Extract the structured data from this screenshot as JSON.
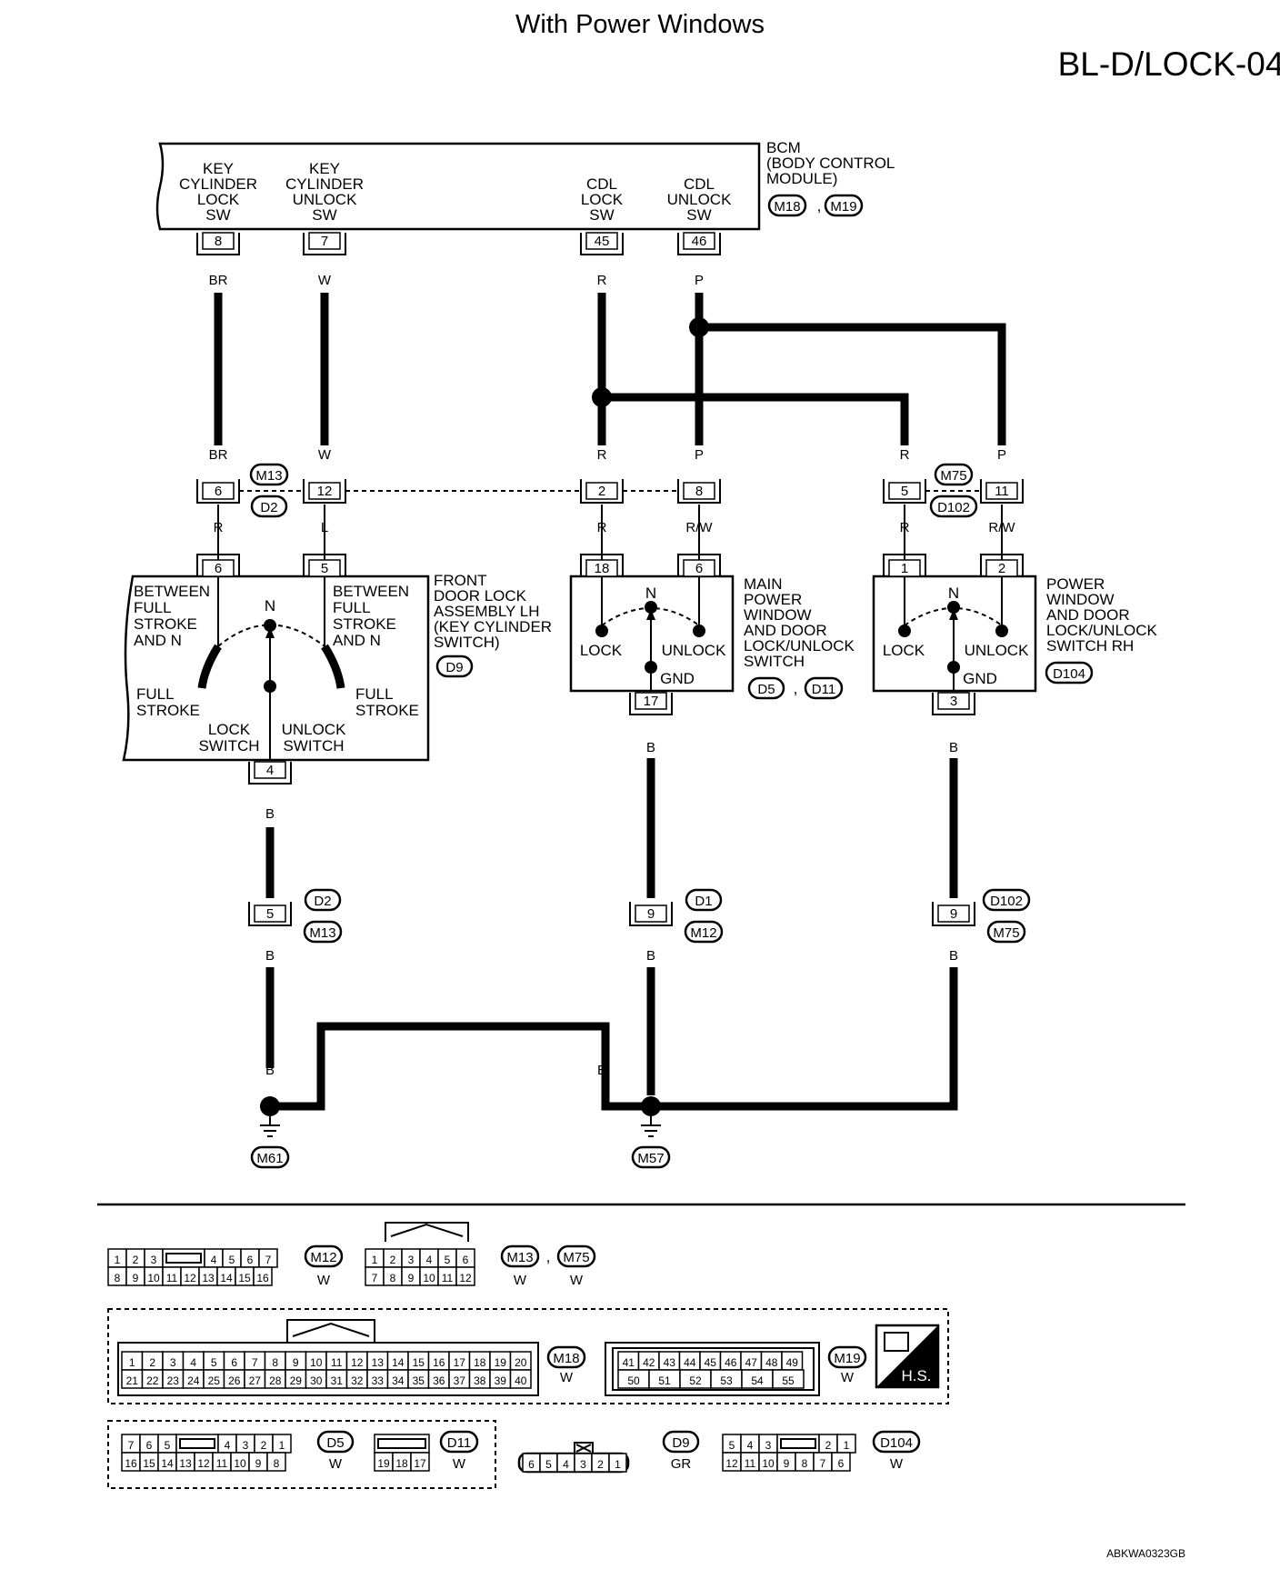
{
  "header": {
    "title": "With Power Windows",
    "code": "BL-D/LOCK-04",
    "ref": "ABKWA0323GB"
  },
  "bcm": {
    "name_lines": [
      "BCM",
      "(BODY CONTROL",
      "MODULE)"
    ],
    "connectors": [
      "M18",
      "M19"
    ],
    "terminals": [
      {
        "pin": "8",
        "lines": [
          "KEY",
          "CYLINDER",
          "LOCK",
          "SW"
        ],
        "wire": "BR"
      },
      {
        "pin": "7",
        "lines": [
          "KEY",
          "CYLINDER",
          "UNLOCK",
          "SW"
        ],
        "wire": "W"
      },
      {
        "pin": "45",
        "lines": [
          "CDL",
          "LOCK",
          "SW"
        ],
        "wire": "R"
      },
      {
        "pin": "46",
        "lines": [
          "CDL",
          "UNLOCK",
          "SW"
        ],
        "wire": "P"
      }
    ]
  },
  "joint_connectors": {
    "left": {
      "pins": [
        "6",
        "12",
        "2",
        "8"
      ],
      "tags": [
        "M13",
        "D2"
      ]
    },
    "right": {
      "pins": [
        "5",
        "11"
      ],
      "tags": [
        "M75",
        "D102"
      ]
    }
  },
  "wire_colors": {
    "br": "BR",
    "w": "W",
    "r": "R",
    "p": "P",
    "l": "L",
    "rw": "R/W",
    "b": "B"
  },
  "front_door_lock": {
    "name_lines": [
      "FRONT",
      "DOOR LOCK",
      "ASSEMBLY LH",
      "(KEY CYLINDER",
      "SWITCH)"
    ],
    "connector": "D9",
    "pins": [
      "6",
      "5",
      "4"
    ],
    "labels": {
      "between_left": [
        "BETWEEN",
        "FULL",
        "STROKE",
        "AND N"
      ],
      "between_right": [
        "BETWEEN",
        "FULL",
        "STROKE",
        "AND N"
      ],
      "n": "N",
      "full_left": [
        "FULL",
        "STROKE"
      ],
      "full_right": [
        "FULL",
        "STROKE"
      ],
      "lock_switch": [
        "LOCK",
        "SWITCH"
      ],
      "unlock_switch": [
        "UNLOCK",
        "SWITCH"
      ]
    }
  },
  "main_switch": {
    "name_lines": [
      "MAIN",
      "POWER",
      "WINDOW",
      "AND DOOR",
      "LOCK/UNLOCK",
      "SWITCH"
    ],
    "connectors": [
      "D5",
      "D11"
    ],
    "pins": [
      "18",
      "6",
      "17"
    ],
    "labels": {
      "n": "N",
      "lock": "LOCK",
      "unlock": "UNLOCK",
      "gnd": "GND"
    }
  },
  "rh_switch": {
    "name_lines": [
      "POWER",
      "WINDOW",
      "AND DOOR",
      "LOCK/UNLOCK",
      "SWITCH RH"
    ],
    "connector": "D104",
    "pins": [
      "1",
      "2",
      "3"
    ],
    "labels": {
      "n": "N",
      "lock": "LOCK",
      "unlock": "UNLOCK",
      "gnd": "GND"
    }
  },
  "lower_connectors": [
    {
      "pin": "5",
      "tags": [
        "D2",
        "M13"
      ]
    },
    {
      "pin": "9",
      "tags": [
        "D1",
        "M12"
      ]
    },
    {
      "pin": "9",
      "tags": [
        "D102",
        "M75"
      ]
    }
  ],
  "grounds": [
    "M61",
    "M57"
  ],
  "connector_views": {
    "m12": {
      "tag": "M12",
      "color": "W",
      "top": [
        "1",
        "2",
        "3",
        "4",
        "5",
        "6",
        "7"
      ],
      "bottom": [
        "8",
        "9",
        "10",
        "11",
        "12",
        "13",
        "14",
        "15",
        "16"
      ]
    },
    "m13": {
      "tags": [
        "M13",
        "M75"
      ],
      "colors": [
        "W",
        "W"
      ],
      "top": [
        "1",
        "2",
        "3",
        "4",
        "5",
        "6"
      ],
      "bottom": [
        "7",
        "8",
        "9",
        "10",
        "11",
        "12"
      ]
    },
    "m18": {
      "tag": "M18",
      "color": "W",
      "top": [
        "1",
        "2",
        "3",
        "4",
        "5",
        "6",
        "7",
        "8",
        "9",
        "10",
        "11",
        "12",
        "13",
        "14",
        "15",
        "16",
        "17",
        "18",
        "19",
        "20"
      ],
      "bottom": [
        "21",
        "22",
        "23",
        "24",
        "25",
        "26",
        "27",
        "28",
        "29",
        "30",
        "31",
        "32",
        "33",
        "34",
        "35",
        "36",
        "37",
        "38",
        "39",
        "40"
      ]
    },
    "m19": {
      "tag": "M19",
      "color": "W",
      "top": [
        "41",
        "42",
        "43",
        "44",
        "45",
        "46",
        "47",
        "48",
        "49"
      ],
      "bottom": [
        "50",
        "51",
        "52",
        "53",
        "54",
        "55"
      ]
    },
    "hs": "H.S.",
    "d5": {
      "tag": "D5",
      "color": "W",
      "top": [
        "7",
        "6",
        "5",
        "4",
        "3",
        "2",
        "1"
      ],
      "bottom": [
        "16",
        "15",
        "14",
        "13",
        "12",
        "11",
        "10",
        "9",
        "8"
      ]
    },
    "d11": {
      "tag": "D11",
      "color": "W",
      "bottom": [
        "19",
        "18",
        "17"
      ]
    },
    "d9": {
      "tag": "D9",
      "color": "GR",
      "pins": [
        "6",
        "5",
        "4",
        "3",
        "2",
        "1"
      ]
    },
    "d104": {
      "tag": "D104",
      "color": "W",
      "top": [
        "5",
        "4",
        "3",
        "2",
        "1"
      ],
      "bottom": [
        "12",
        "11",
        "10",
        "9",
        "8",
        "7",
        "6"
      ]
    }
  }
}
